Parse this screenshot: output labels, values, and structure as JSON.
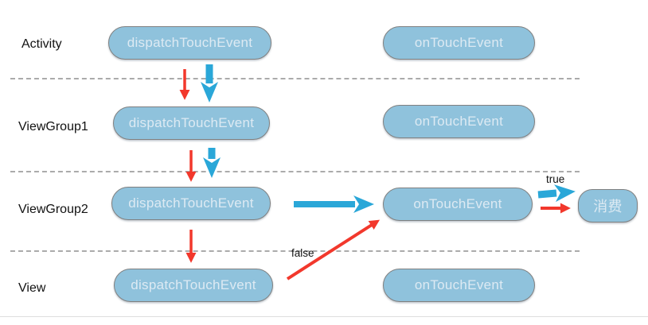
{
  "diagram": {
    "rows": [
      {
        "label": "Activity",
        "dispatch": "dispatchTouchEvent",
        "ontouch": "onTouchEvent"
      },
      {
        "label": "ViewGroup1",
        "dispatch": "dispatchTouchEvent",
        "ontouch": "onTouchEvent"
      },
      {
        "label": "ViewGroup2",
        "dispatch": "dispatchTouchEvent",
        "ontouch": "onTouchEvent"
      },
      {
        "label": "View",
        "dispatch": "dispatchTouchEvent",
        "ontouch": "onTouchEvent"
      }
    ],
    "consume_label": "消费",
    "edge_labels": {
      "true_label": "true",
      "false_label": "false"
    },
    "colors": {
      "pill_fill": "#8fc2dc",
      "pill_border": "#808080",
      "pill_text": "#ddeaf3",
      "arrow_red": "#f2382c",
      "arrow_blue": "#2aa7d8",
      "divider_gray": "#ababab",
      "label_text": "#121212"
    }
  }
}
